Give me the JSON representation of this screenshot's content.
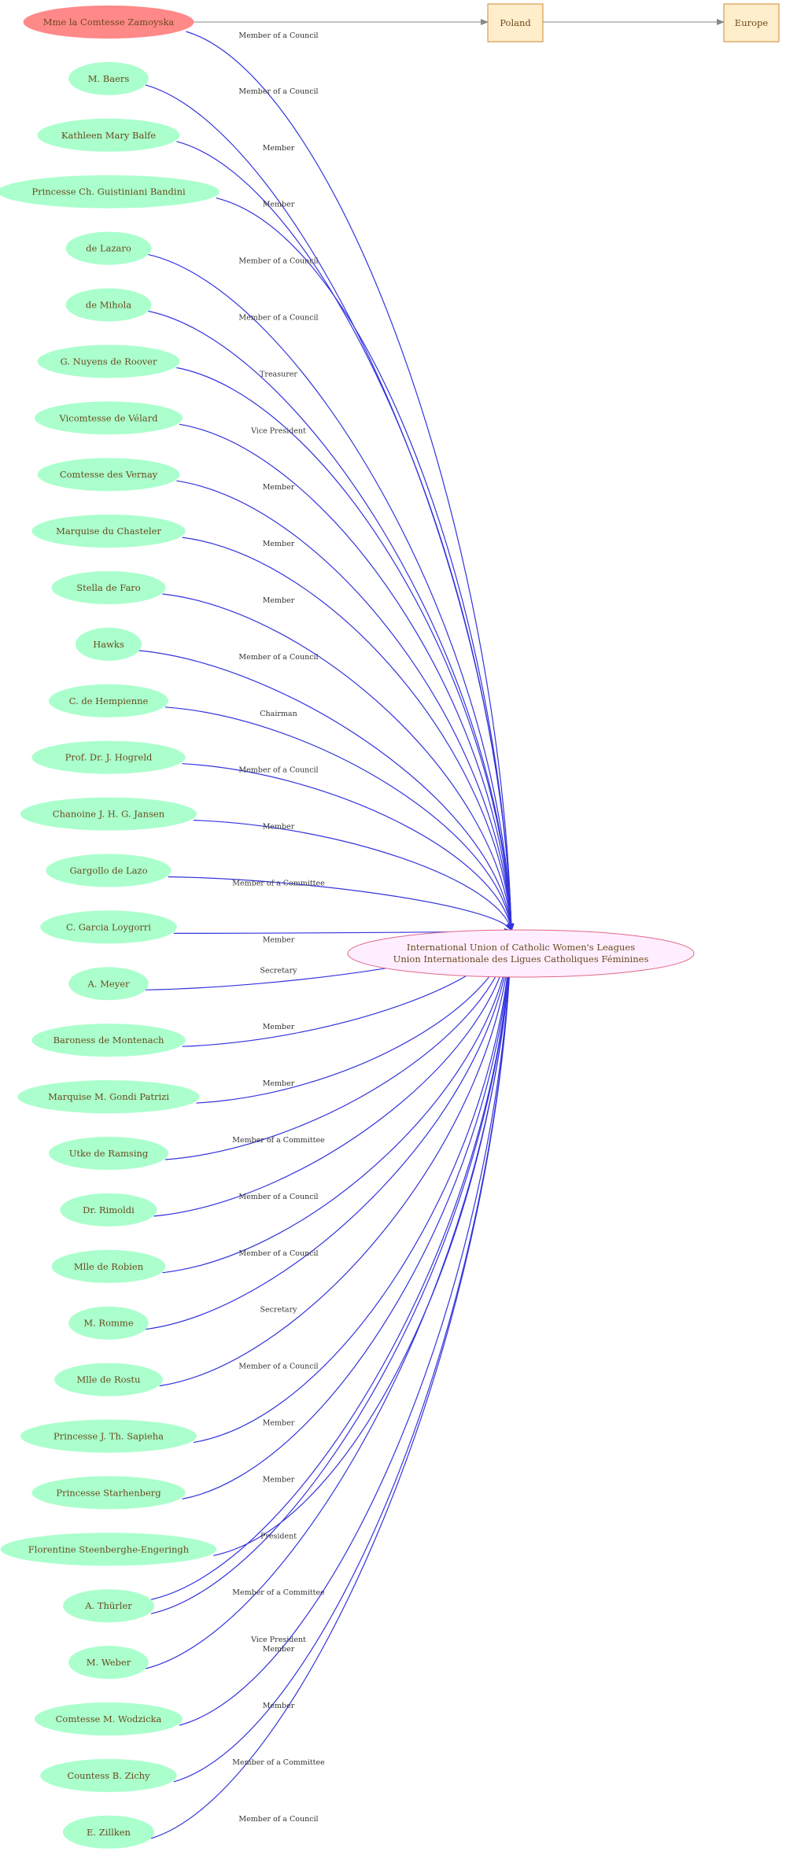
{
  "colors": {
    "person_fill": "#aaffcc",
    "highlight_fill": "#ff8888",
    "org_fill": "#ffeeff",
    "org_stroke": "#e06688",
    "place_fill": "#ffeecc",
    "place_stroke": "#cc8833",
    "member_edge": "#3333dd",
    "place_edge": "#888888",
    "label_text": "#6b4a1f"
  },
  "diagram": {
    "organization": {
      "line1": "International Union of Catholic Women's Leagues",
      "line2": "Union Internationale des Ligues Catholiques Féminines"
    },
    "places": [
      "Poland",
      "Europe"
    ],
    "people": [
      {
        "name": "Mme la Comtesse Zamoyska",
        "role": "Member of a Council",
        "highlight": true
      },
      {
        "name": "M. Baers",
        "role": "Member of a Council"
      },
      {
        "name": "Kathleen Mary Balfe",
        "role": "Member"
      },
      {
        "name": "Princesse Ch. Guistiniani Bandini",
        "role": "Member"
      },
      {
        "name": "de Lazaro",
        "role": "Member of a Council"
      },
      {
        "name": "de Mihola",
        "role": "Member of a Council"
      },
      {
        "name": "G. Nuyens de Roover",
        "role": "Treasurer"
      },
      {
        "name": "Vicomtesse de Vélard",
        "role": "Vice President"
      },
      {
        "name": "Comtesse des Vernay",
        "role": "Member"
      },
      {
        "name": "Marquise du Chasteler",
        "role": "Member"
      },
      {
        "name": "Stella de Faro",
        "role": "Member"
      },
      {
        "name": "Hawks",
        "role": "Member of a Council"
      },
      {
        "name": "C. de Hempienne",
        "role": "Chairman"
      },
      {
        "name": "Prof. Dr.  J. Hogreld",
        "role": "Member of a Council"
      },
      {
        "name": "Chanoine  J. H. G. Jansen",
        "role": "Member"
      },
      {
        "name": "Gargollo de Lazo",
        "role": "Member of a Committee"
      },
      {
        "name": "C. Garcia Loygorri",
        "role": "Member"
      },
      {
        "name": "A. Meyer",
        "role": "Secretary"
      },
      {
        "name": "Baroness de Montenach",
        "role": "Member"
      },
      {
        "name": "Marquise  M. Gondi Patrizi",
        "role": "Member"
      },
      {
        "name": "Utke de Ramsing",
        "role": "Member of a Committee"
      },
      {
        "name": "Dr. Rimoldi",
        "role": "Member of a Council"
      },
      {
        "name": "Mlle de Robien",
        "role": "Member of a Council"
      },
      {
        "name": "M. Romme",
        "role": "Secretary"
      },
      {
        "name": "Mlle de Rostu",
        "role": "Member of a Council"
      },
      {
        "name": "Princesse  J. Th. Sapieha",
        "role": "Member"
      },
      {
        "name": "Princesse Starhenberg",
        "role": "Member"
      },
      {
        "name": "Florentine Steenberghe-Engeringh",
        "role": "President"
      },
      {
        "name": "A. Thürler",
        "role": "Member of a Committee",
        "second_role": "Vice President"
      },
      {
        "name": "M. Weber",
        "role": "Member"
      },
      {
        "name": "Comtesse M. Wodzicka",
        "role": "Member"
      },
      {
        "name": "Countess  B. Zichy",
        "role": "Member of a Committee"
      },
      {
        "name": "E. Zillken",
        "role": "Member of a Council"
      }
    ]
  }
}
